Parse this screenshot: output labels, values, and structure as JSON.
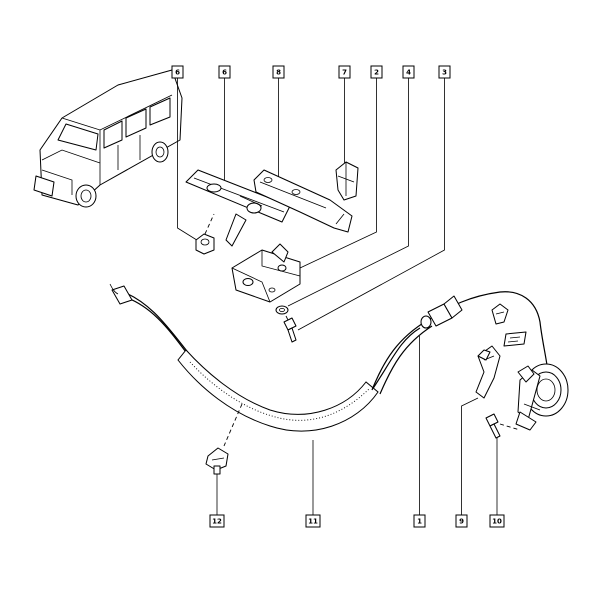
{
  "callouts": [
    {
      "id": "c6a",
      "label": "6"
    },
    {
      "id": "c6b",
      "label": "6"
    },
    {
      "id": "c8",
      "label": "8"
    },
    {
      "id": "c7",
      "label": "7"
    },
    {
      "id": "c2",
      "label": "2"
    },
    {
      "id": "c4",
      "label": "4"
    },
    {
      "id": "c3",
      "label": "3"
    },
    {
      "id": "c12",
      "label": "12"
    },
    {
      "id": "c11",
      "label": "11"
    },
    {
      "id": "c1",
      "label": "1"
    },
    {
      "id": "c9",
      "label": "9"
    },
    {
      "id": "c10",
      "label": "10"
    }
  ],
  "colors": {
    "line": "#000000",
    "background": "#ffffff"
  }
}
